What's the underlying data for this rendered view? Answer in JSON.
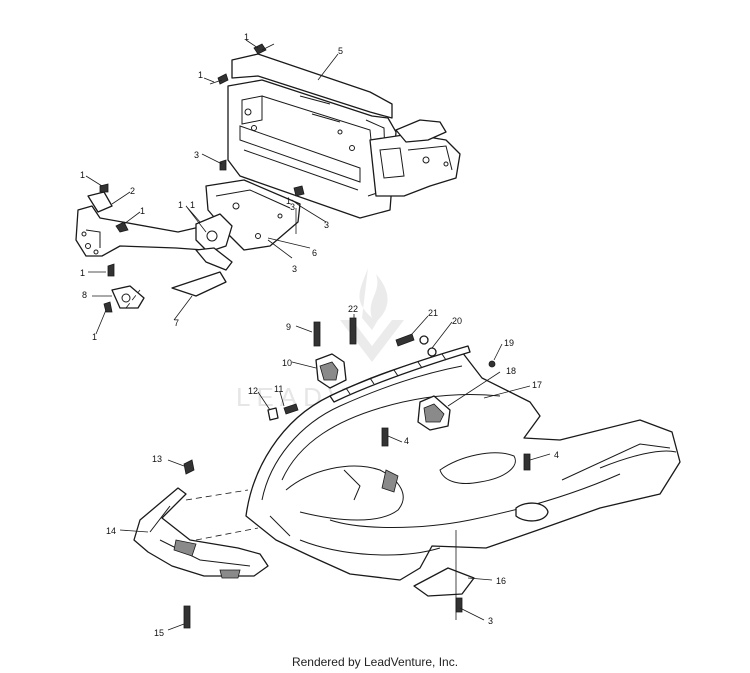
{
  "watermark": {
    "text": "LEADVENTURE"
  },
  "footer": {
    "text": "Rendered by LeadVenture, Inc."
  },
  "callouts": [
    "1",
    "1",
    "1",
    "1",
    "1",
    "1",
    "1",
    "1",
    "1",
    "2",
    "3",
    "3",
    "3",
    "3",
    "3",
    "4",
    "4",
    "5",
    "6",
    "7",
    "8",
    "9",
    "10",
    "11",
    "12",
    "13",
    "14",
    "15",
    "16",
    "17",
    "18",
    "19",
    "20",
    "21",
    "22"
  ]
}
